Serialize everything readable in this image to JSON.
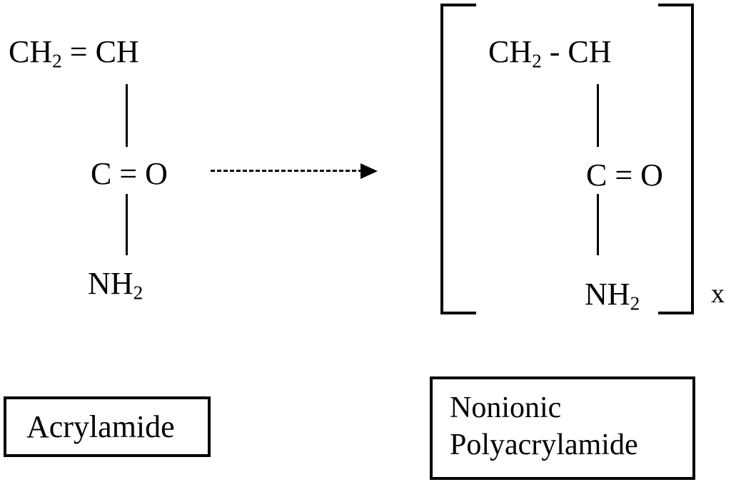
{
  "diagram": {
    "monomer": {
      "formula_top_pre": "CH",
      "formula_top_sub": "2",
      "formula_top_post": " = CH",
      "carbonyl": "C = O",
      "amide_pre": "NH",
      "amide_sub": "2",
      "label": "Acrylamide"
    },
    "polymer": {
      "formula_top_pre": "CH",
      "formula_top_sub": "2",
      "formula_top_post": "  - CH",
      "carbonyl": "C = O",
      "amide_pre": "NH",
      "amide_sub": "2",
      "repeat_subscript": "x",
      "label_line1": "Nonionic",
      "label_line2": "Polyacrylamide"
    },
    "colors": {
      "ink": "#000000",
      "background": "#ffffff"
    }
  }
}
